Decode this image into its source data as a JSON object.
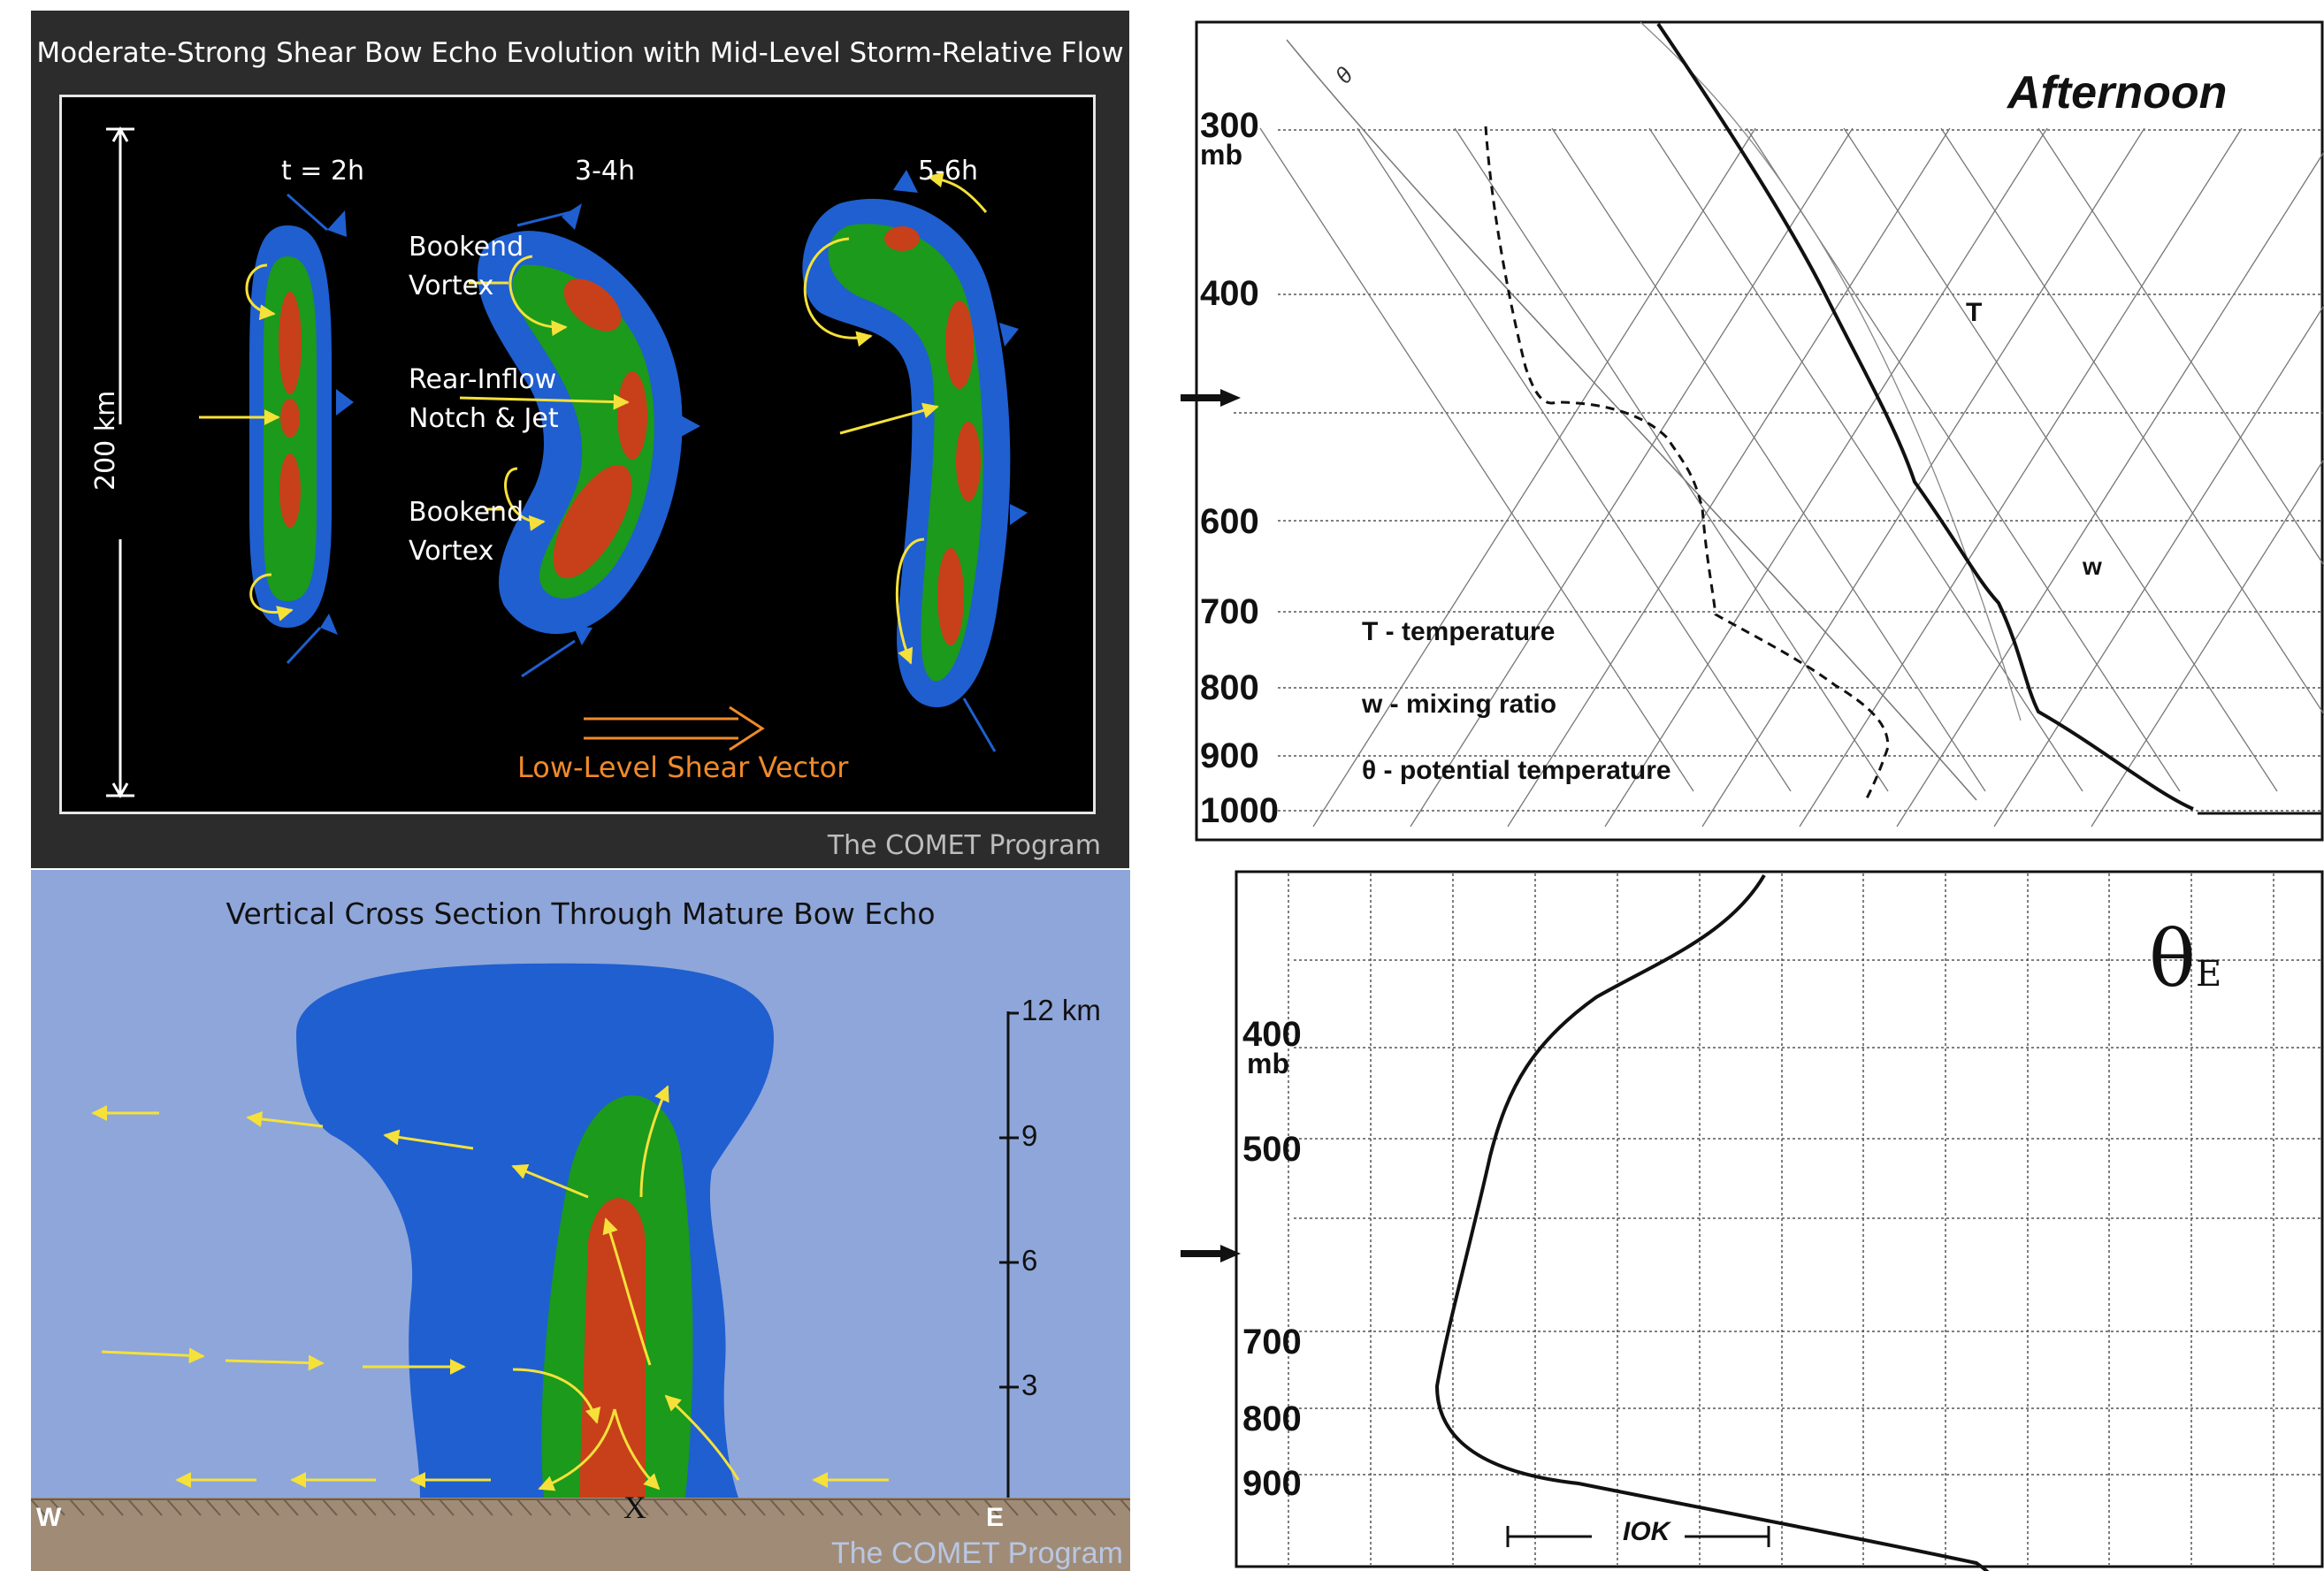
{
  "top_left": {
    "title": "Moderate-Strong Shear Bow Echo Evolution with Mid-Level Storm-Relative Flow",
    "times": [
      "t = 2h",
      "3-4h",
      "5-6h"
    ],
    "scale_label": "200 km",
    "bookend_top": [
      "Bookend",
      "Vortex"
    ],
    "rear_inflow": [
      "Rear-Inflow",
      "Notch & Jet"
    ],
    "bookend_bottom": [
      "Bookend",
      "Vortex"
    ],
    "shear_label": "Low-Level Shear Vector",
    "credit": "The COMET Program"
  },
  "bottom_left": {
    "title": "Vertical Cross Section Through Mature Bow Echo",
    "height_ticks": [
      "12 km",
      "9",
      "6",
      "3"
    ],
    "west": "W",
    "east": "E",
    "marker": "X",
    "credit": "The COMET Program"
  },
  "top_right": {
    "heading": "Afternoon",
    "pressure_levels": [
      "300",
      "400",
      "600",
      "700",
      "800",
      "900",
      "1000"
    ],
    "pressure_unit": "mb",
    "theta_tag": "θ",
    "curve_T": "T",
    "curve_w": "w",
    "legend": [
      "T - temperature",
      "w - mixing ratio",
      "θ - potential temperature"
    ]
  },
  "bottom_right": {
    "heading": "θ",
    "heading_sub": "E",
    "pressure_levels": [
      "400",
      "500",
      "700",
      "800",
      "900"
    ],
    "pressure_unit": "mb",
    "scale_label": "IOK"
  },
  "colors": {
    "storm_blue": "#1f5fd0",
    "storm_green": "#1b9a1b",
    "storm_red": "#c7401a",
    "arrow_yellow": "#f5e13a",
    "shear_orange": "#f08a2a",
    "sky_blue": "#8ea6da",
    "ground": "#a08c76"
  }
}
